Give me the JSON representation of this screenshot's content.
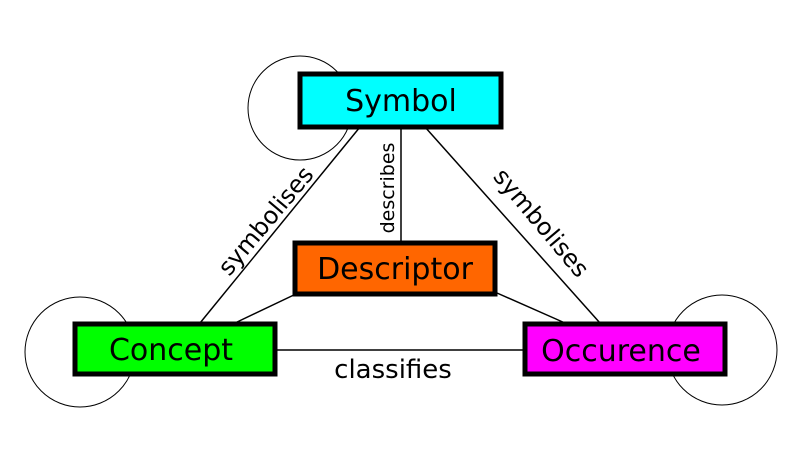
{
  "nodes": {
    "symbol": {
      "label": "Symbol",
      "color": "#00ffff"
    },
    "descriptor": {
      "label": "Descriptor",
      "color": "#ff6600"
    },
    "concept": {
      "label": "Concept",
      "color": "#00ff00"
    },
    "occurence": {
      "label": "Occurence",
      "color": "#ff00ff"
    }
  },
  "edges": {
    "symbol_concept": "symbolises",
    "symbol_descriptor": "describes",
    "symbol_occurence": "symbolises",
    "concept_occurence": "classifies"
  }
}
